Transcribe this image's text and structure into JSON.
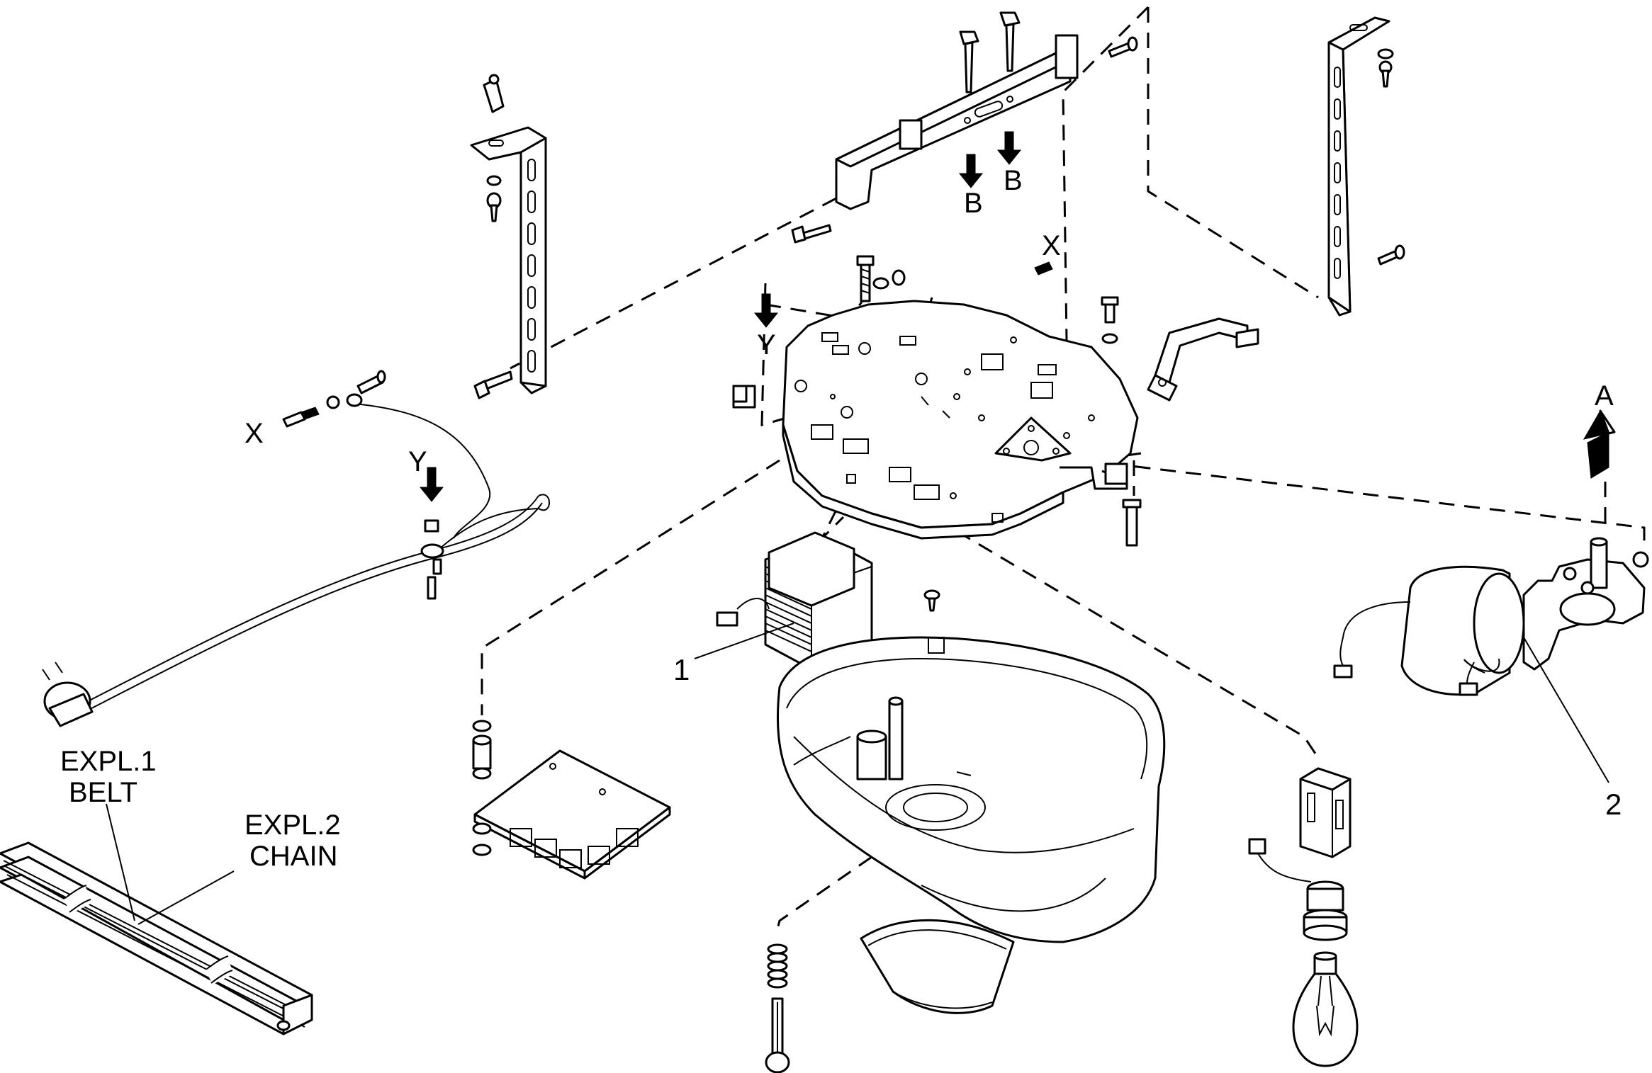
{
  "labels": {
    "x_left": "X",
    "x_right": "X",
    "y_left": "Y",
    "y_center": "Y",
    "b_1": "B",
    "b_2": "B",
    "a": "A",
    "callout_1": "1",
    "callout_2": "2",
    "expl1_line1": "EXPL.1",
    "expl1_line2": "BELT",
    "expl2_line1": "EXPL.2",
    "expl2_line2": "CHAIN"
  },
  "icons": {
    "arrow_down": "down-arrow-icon",
    "arrow_up": "up-arrow-icon"
  },
  "colors": {
    "line": "#000000",
    "background": "#ffffff",
    "shade": "#d9d9d9"
  }
}
